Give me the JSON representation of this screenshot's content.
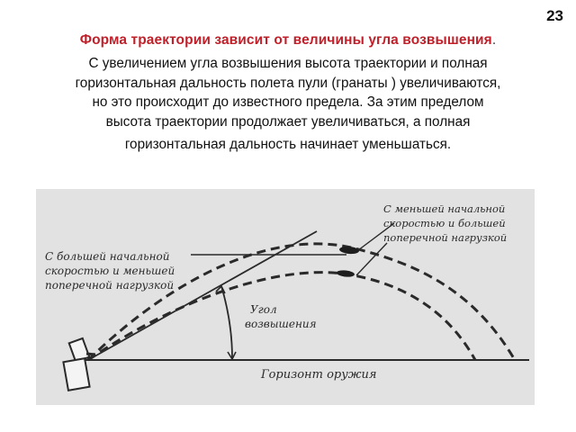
{
  "page_number": "23",
  "title": "Форма  траектории  зависит от величины угла возвышения",
  "title_end": ".",
  "paragraph_lines": [
    "С увеличением  угла возвышения  высота траектории и полная",
    "горизонтальная  дальность полета  пули (гранаты ) увеличиваются,",
    "но это происходит до известного предела. За этим пределом",
    "высота траектории продолжает увеличиваться, а полная",
    "горизонтальная дальность начинает уменьшаться."
  ],
  "diagram": {
    "label_left": [
      "С большей начальной",
      "скоростью и меньшей",
      "поперечной нагрузкой"
    ],
    "label_right": [
      "С меньшей начальной",
      "скоростью и большей",
      "поперечной нагрузкой"
    ],
    "label_angle": [
      "Угол",
      "возвышения"
    ],
    "label_horizon": "Горизонт оружия",
    "colors": {
      "background": "#e2e2e2",
      "ink": "#2a2a2a"
    }
  }
}
